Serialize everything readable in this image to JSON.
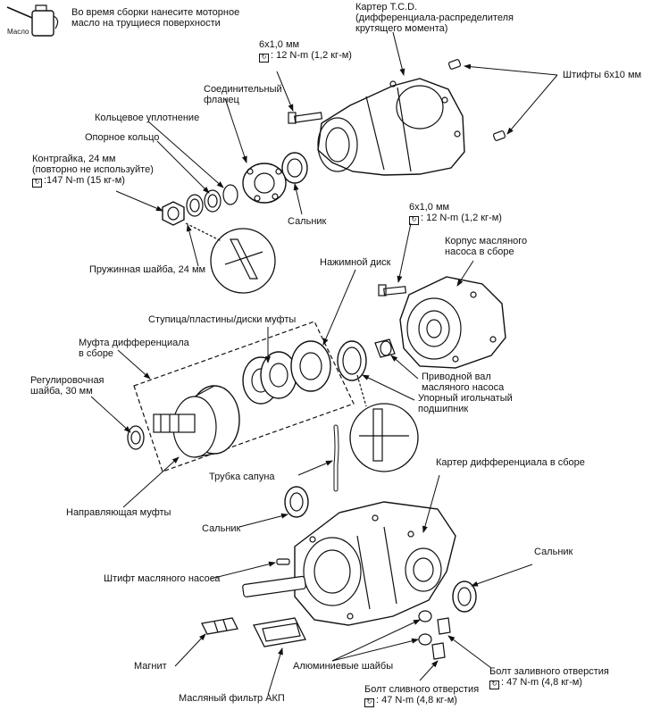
{
  "note": {
    "icon_text": "Масло",
    "lines": [
      "Во время сборки нанесите моторное",
      "масло на трущиеся поверхности"
    ]
  },
  "labels": {
    "tcd_case": [
      "Картер T.C.D.",
      "(дифференциала-распределителя",
      "крутящего момента)"
    ],
    "bolt_top": {
      "size": "6x1,0 мм",
      "torque": ": 12 N-m (1,2 кг-м)"
    },
    "pins": "Штифты 6x10 мм",
    "flange": [
      "Соединительный",
      "фланец"
    ],
    "o_ring": "Кольцевое уплотнение",
    "support_ring": "Опорное кольцо",
    "locknut": {
      "lines": [
        "Контргайка, 24 мм",
        "(повторно не используйте)"
      ],
      "torque": ":147 N-m (15 кг-м)"
    },
    "seal_top": "Сальник",
    "bolt_mid": {
      "size": "6x1,0 мм",
      "torque": ": 12 N-m (1,2 кг-м)"
    },
    "oil_pump_case": [
      "Корпус масляного",
      "насоса в сборе"
    ],
    "spring_washer": "Пружинная шайба, 24 мм",
    "pressure_disc": "Нажимной диск",
    "hub_plates": "Ступица/пластины/диски муфты",
    "diff_clutch": [
      "Муфта дифференциала",
      "в сборе"
    ],
    "adjust_washer": [
      "Регулировочная",
      "шайба, 30 мм"
    ],
    "pump_shaft": [
      "Приводной вал",
      "масляного насоса"
    ],
    "needle_bearing": [
      "Упорный игольчатый",
      "подшипник"
    ],
    "diff_case": "Картер дифференциала в сборе",
    "breather": "Трубка сапуна",
    "guide_clutch": "Направляющая муфты",
    "seal_left": "Сальник",
    "seal_right": "Сальник",
    "pump_pin": "Штифт масляного насоса",
    "magnet": "Магнит",
    "alu_washers": "Алюминиевые шайбы",
    "fill_bolt": {
      "title": "Болт заливного отверстия",
      "torque": ": 47 N-m (4,8 кг-м)"
    },
    "drain_bolt": {
      "title": "Болт сливного отверстия",
      "torque": ": 47 N-m (4,8 кг-м)"
    },
    "atf_filter": "Масляный фильтр АКП"
  }
}
